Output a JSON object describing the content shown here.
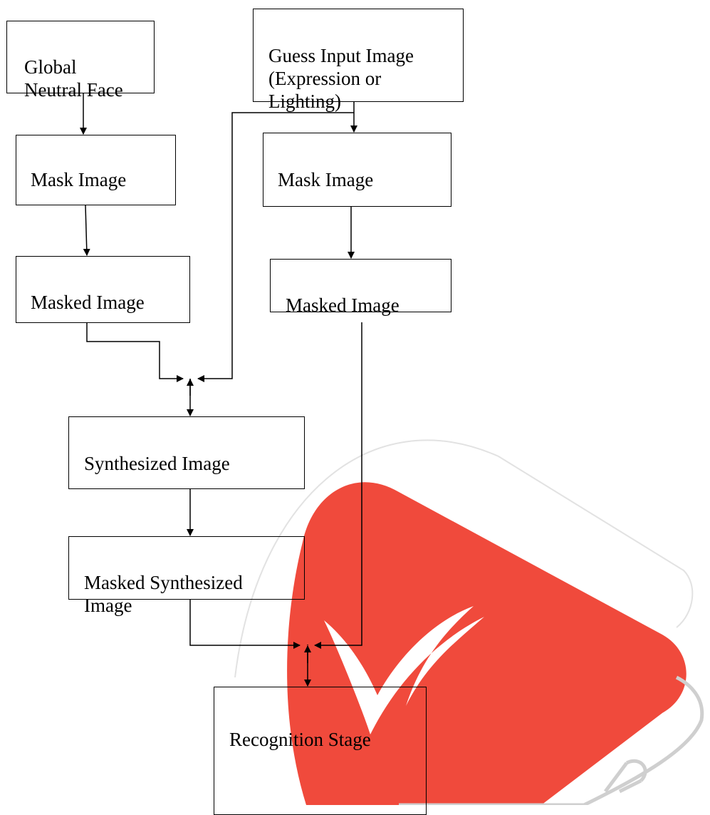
{
  "watermark": {
    "shape": "stylized-play-book-logo",
    "colors": [
      "#f04a3c",
      "#c8c8c8"
    ]
  },
  "nodes": {
    "global_neutral_face": "Global\nNeutral Face",
    "guess_input_image": "Guess Input Image\n(Expression or\nLighting)",
    "mask_image_left": "Mask Image",
    "mask_image_right": "Mask Image",
    "masked_image_left": "Masked Image",
    "masked_image_right": "Masked Image",
    "synthesized_image": "Synthesized Image",
    "masked_synthesized_image": "Masked Synthesized\nImage",
    "recognition_stage": "Recognition Stage"
  }
}
